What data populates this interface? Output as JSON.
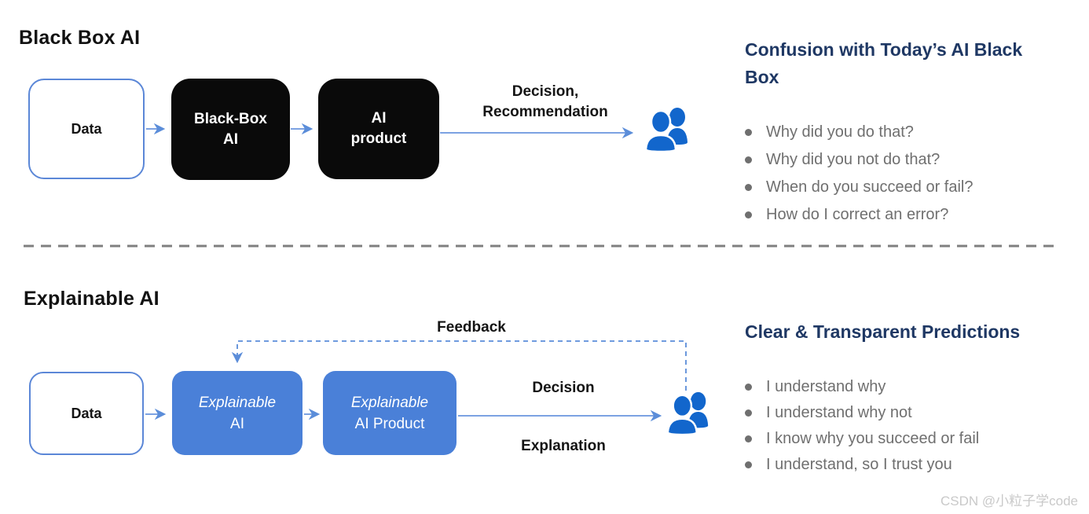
{
  "blackbox": {
    "title": "Black Box AI",
    "data_box": "Data",
    "ai_box_line1": "Black-Box",
    "ai_box_line2": "AI",
    "product_box_line1": "AI",
    "product_box_line2": "product",
    "arrow_label_line1": "Decision,",
    "arrow_label_line2": "Recommendation"
  },
  "blackbox_panel": {
    "heading": "Confusion with Today’s AI Black Box",
    "bullets": [
      "Why did you do that?",
      "Why did you not do that?",
      "When do you succeed or fail?",
      "How do I correct an error?"
    ]
  },
  "explainable": {
    "title": "Explainable AI",
    "data_box": "Data",
    "ai_box_line1": "Explainable",
    "ai_box_line2": "AI",
    "product_box_line1": "Explainable",
    "product_box_line2": "AI Product",
    "feedback_label": "Feedback",
    "decision_label": "Decision",
    "explanation_label": "Explanation"
  },
  "explainable_panel": {
    "heading": "Clear & Transparent Predictions",
    "bullets": [
      "I understand why",
      "I understand why not",
      "I know why you succeed or fail",
      "I understand, so I trust you"
    ]
  },
  "watermark": "CSDN @小粒子学code",
  "colors": {
    "box_blue": "#4a80d8",
    "arrow_blue": "#5b8dd9",
    "people_blue": "#1266cc",
    "heading_navy": "#1f3864",
    "bullet_gray": "#6f6f6f",
    "divider_gray": "#7f7f7f",
    "black_box": "#0a0a0a"
  }
}
